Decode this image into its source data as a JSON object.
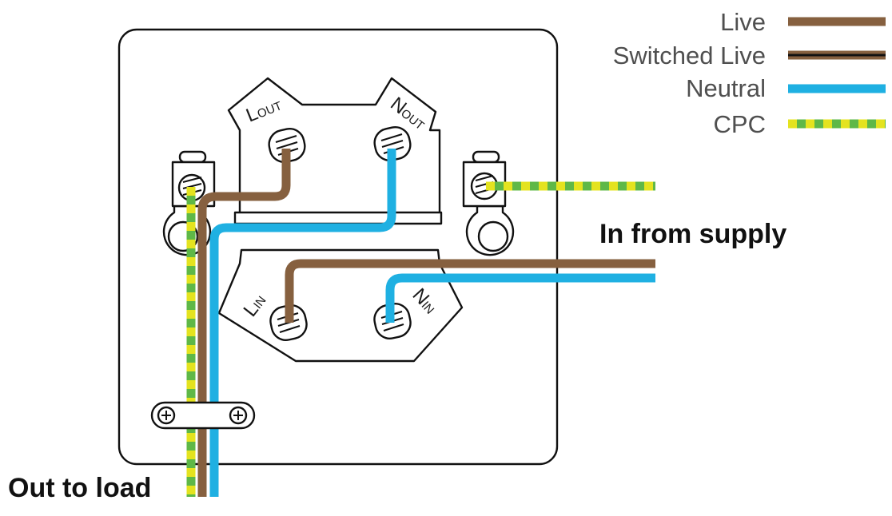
{
  "legend": {
    "live_label": "Live",
    "switched_live_label": "Switched Live",
    "neutral_label": "Neutral",
    "cpc_label": "CPC"
  },
  "colors": {
    "live": "#86603f",
    "neutral": "#1fb0e2",
    "cpc_green": "#5fb847",
    "cpc_yellow": "#e4e31f",
    "switched_live_stripe": "#111111"
  },
  "terminals": {
    "l_out": {
      "main": "L",
      "sub": "OUT"
    },
    "n_out": {
      "main": "N",
      "sub": "OUT"
    },
    "l_in": {
      "main": "L",
      "sub": "IN"
    },
    "n_in": {
      "main": "N",
      "sub": "IN"
    }
  },
  "labels": {
    "in_from_supply": "In from supply",
    "out_to_load": "Out to load"
  }
}
